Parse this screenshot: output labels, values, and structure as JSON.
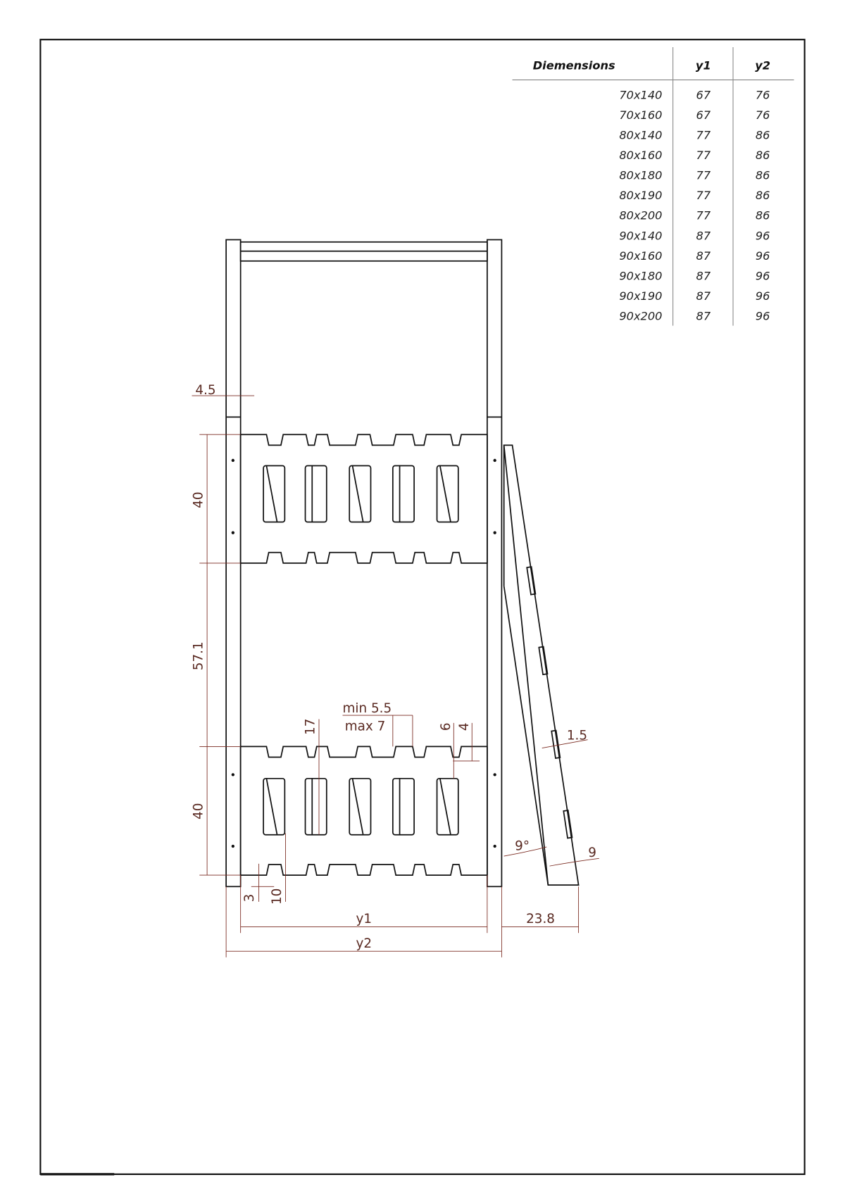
{
  "table": {
    "headers": [
      "Diemensions",
      "y1",
      "y2"
    ],
    "rows": [
      [
        "70x140",
        "67",
        "76"
      ],
      [
        "70x160",
        "67",
        "76"
      ],
      [
        "80x140",
        "77",
        "86"
      ],
      [
        "80x160",
        "77",
        "86"
      ],
      [
        "80x180",
        "77",
        "86"
      ],
      [
        "80x190",
        "77",
        "86"
      ],
      [
        "80x200",
        "77",
        "86"
      ],
      [
        "90x140",
        "87",
        "96"
      ],
      [
        "90x160",
        "87",
        "96"
      ],
      [
        "90x180",
        "87",
        "96"
      ],
      [
        "90x190",
        "87",
        "96"
      ],
      [
        "90x200",
        "87",
        "96"
      ]
    ]
  },
  "dimensions": {
    "post_width": "4.5",
    "upper_panel_height": "40",
    "gap_height": "57.1",
    "lower_panel_height": "40",
    "slot_min": "min 5.5",
    "slot_max": "max 7",
    "slot_height": "17",
    "notch_depth": "6",
    "notch_small": "4",
    "bottom_offset": "3",
    "bottom_gap": "10",
    "inner_width": "y1",
    "outer_width": "y2",
    "ladder_depth": "23.8",
    "ladder_angle": "9°",
    "ladder_width": "9",
    "rung_thickness": "1.5"
  },
  "colors": {
    "line": "#111111",
    "dimension": "#7a2a20"
  }
}
